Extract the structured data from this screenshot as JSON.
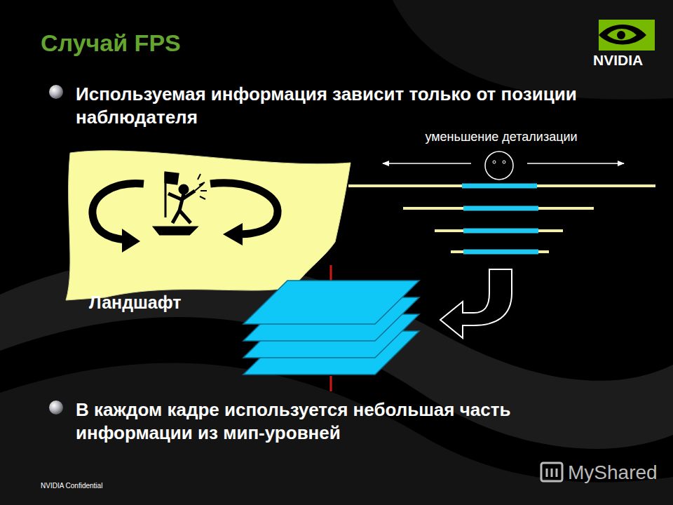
{
  "diagram": {
    "title": "Случай FPS",
    "labels": [
      "Используемая информация зависит только от позиции наблюдателя",
      "уменьшение детализации",
      "Ландшафт",
      "В каждом кадре используется небольшая часть информации из мип-уровней",
      "NVIDIA",
      "NVIDIA Confidential",
      "MyShared"
    ]
  }
}
